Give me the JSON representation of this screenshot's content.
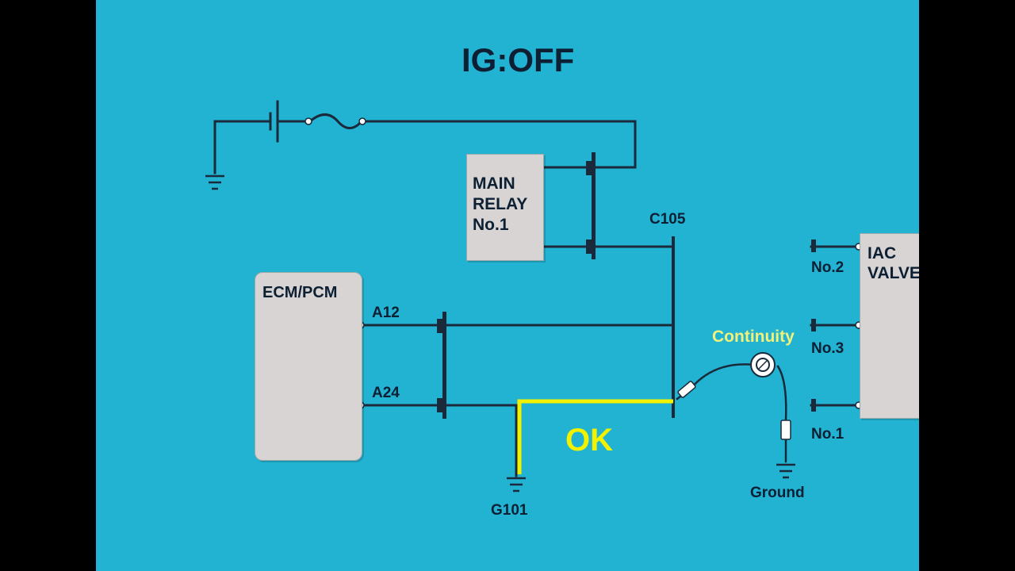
{
  "title": "IG:OFF",
  "components": {
    "main_relay": "MAIN\nRELAY\nNo.1",
    "ecm": "ECM/PCM",
    "iac": "IAC\nVALVE"
  },
  "labels": {
    "connector": "C105",
    "a12": "A12",
    "a24": "A24",
    "no2": "No.2",
    "no3": "No.3",
    "no1": "No.1",
    "g101": "G101",
    "ground": "Ground",
    "continuity": "Continuity",
    "result": "OK"
  },
  "colors": {
    "background": "#22b2d2",
    "wire": "#1a2a3a",
    "highlight": "#f2f200",
    "box": "#d8d4d3"
  }
}
